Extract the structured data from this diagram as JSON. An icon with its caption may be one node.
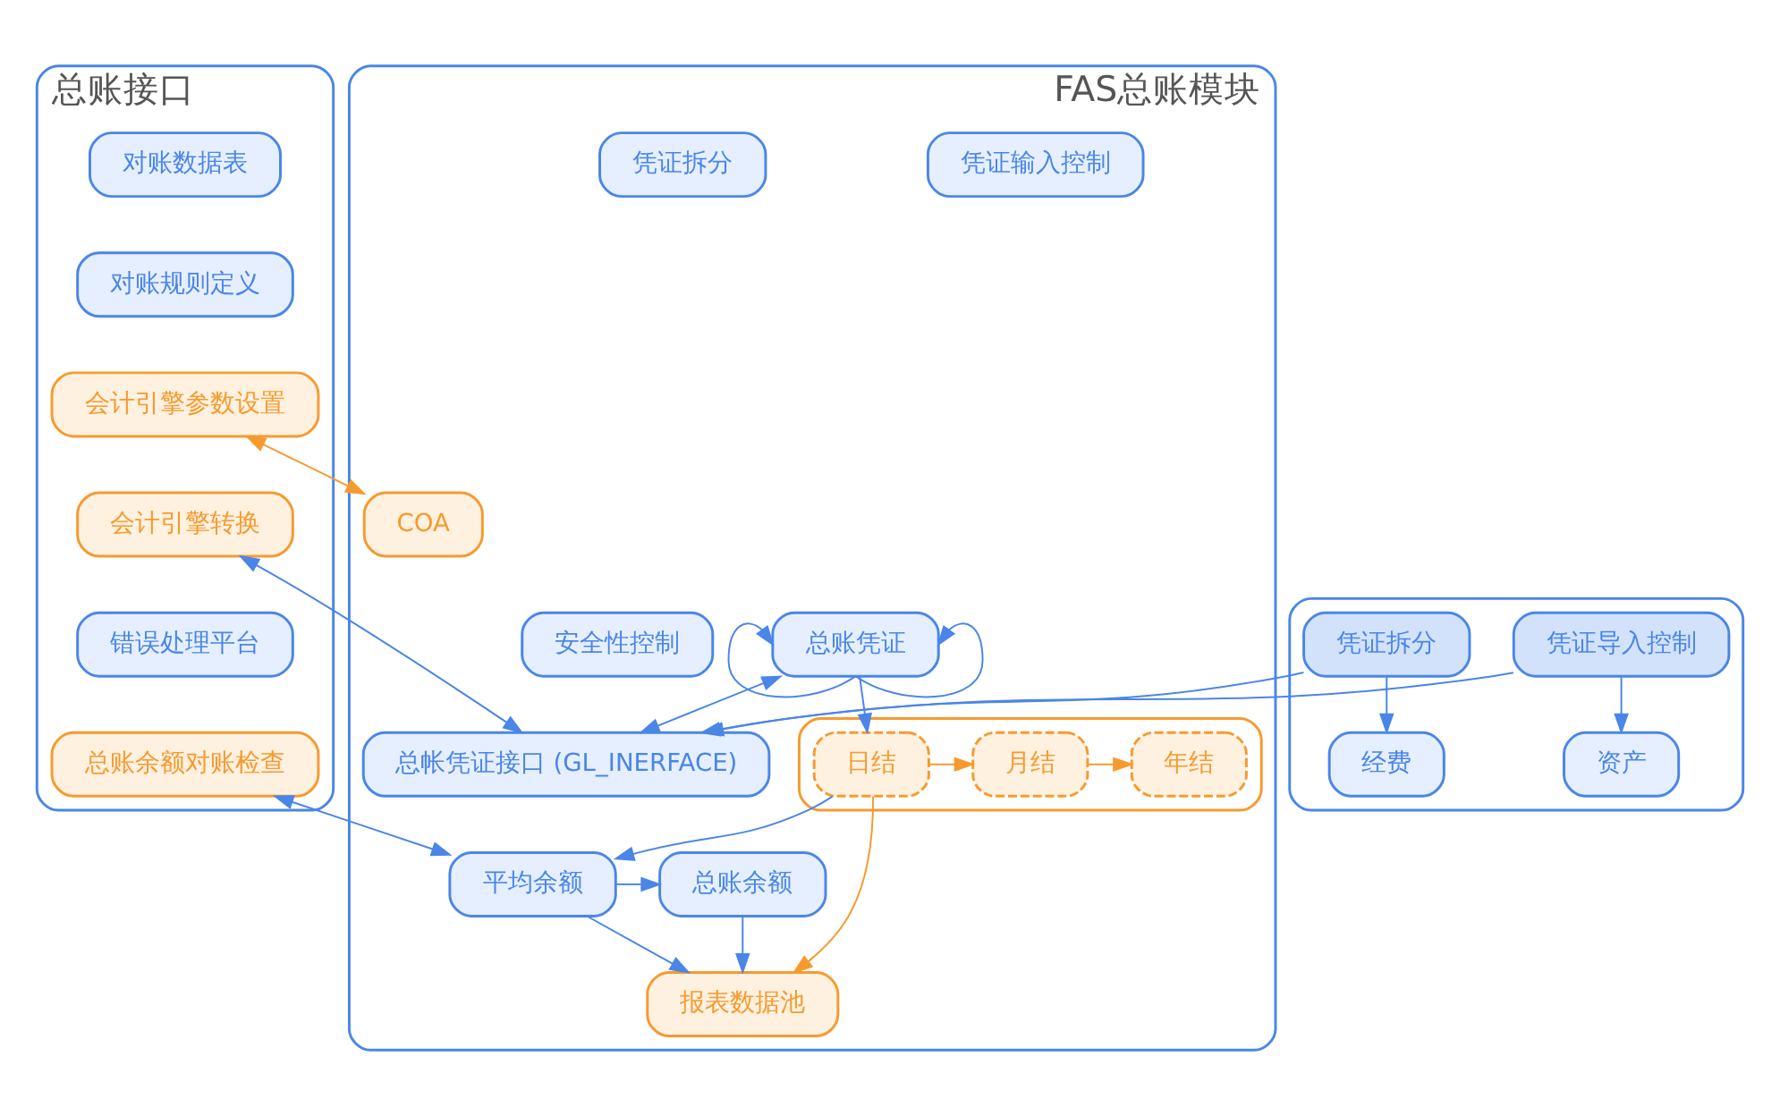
{
  "diagram": {
    "nodes": [
      {
        "text": [
          "总账接口"
        ]
      },
      {
        "text": [
          "对账数据表"
        ],
        "in": 0
      },
      {
        "text": [
          "对账规则定义"
        ],
        "in": 0
      },
      {
        "text": [
          "会计引擎参数设置"
        ],
        "in": 0
      },
      {
        "text": [
          "会计引擎转换"
        ],
        "in": 0
      },
      {
        "text": [
          "错误处理平台"
        ],
        "in": 0
      },
      {
        "text": [
          "总账余额对账检查"
        ],
        "in": 0
      },
      {
        "text": [
          "FAS总账模块"
        ]
      },
      {
        "text": [
          "COA"
        ],
        "in": 7
      },
      {
        "text": [
          "总帐凭证接口 (GL_INERFACE)"
        ],
        "in": 7
      },
      {
        "text": [
          "总账凭证"
        ],
        "in": 7
      },
      {
        "text": [
          "安全性控制"
        ],
        "in": 7
      },
      {
        "text": [
          "凭证输入控制"
        ],
        "in": 7
      },
      {
        "text": [
          "凭证拆分"
        ],
        "in": 7
      },
      {
        "text": [],
        "shape": "box",
        "in": 7
      },
      {
        "text": [
          "日结"
        ],
        "in": 14
      },
      {
        "text": [
          "月结"
        ],
        "in": 14
      },
      {
        "text": [
          "年结"
        ],
        "in": 14
      },
      {
        "text": [
          "平均余额"
        ],
        "in": 7
      },
      {
        "text": [
          "总账余额"
        ],
        "in": 7
      },
      {
        "text": [
          "报表数据池"
        ],
        "in": 7
      },
      {
        "text": [],
        "shape": "box"
      },
      {
        "text": [
          "凭证导入控制"
        ],
        "in": 21
      },
      {
        "text": [
          "凭证拆分"
        ],
        "in": 21
      },
      {
        "text": [
          "资产"
        ],
        "in": 21
      },
      {
        "text": [
          "经费"
        ],
        "in": 21
      }
    ],
    "edges": [
      {
        "from": 3,
        "to": 8,
        "arrow": "both",
        "color": "#f79a2e"
      },
      {
        "from": 4,
        "to": 9,
        "arrow": "both"
      },
      {
        "from": 10,
        "to": 9,
        "arrow": "both"
      },
      {
        "from": 10,
        "to": 10,
        "arrow": "to"
      },
      {
        "from": 10,
        "to": 10,
        "arrow": "to"
      },
      {
        "from": 10,
        "to": 15,
        "arrow": "to"
      },
      {
        "from": 15,
        "to": 16,
        "arrow": "to",
        "color": "#f79a2e"
      },
      {
        "from": 16,
        "to": 17,
        "arrow": "to",
        "color": "#f79a2e"
      },
      {
        "from": 15,
        "to": 18,
        "arrow": "to"
      },
      {
        "from": 15,
        "to": 20,
        "arrow": "to",
        "color": "#f79a2e"
      },
      {
        "from": 6,
        "to": 18,
        "arrow": "both"
      },
      {
        "from": 18,
        "to": 19,
        "arrow": "to"
      },
      {
        "from": 18,
        "to": 20,
        "arrow": "to"
      },
      {
        "from": 19,
        "to": 20,
        "arrow": "to"
      },
      {
        "from": 22,
        "to": 9,
        "arrow": "to"
      },
      {
        "from": 23,
        "to": 9,
        "arrow": "to"
      },
      {
        "from": 22,
        "to": 24,
        "arrow": "to"
      },
      {
        "from": 23,
        "to": 25,
        "arrow": "to"
      }
    ]
  }
}
